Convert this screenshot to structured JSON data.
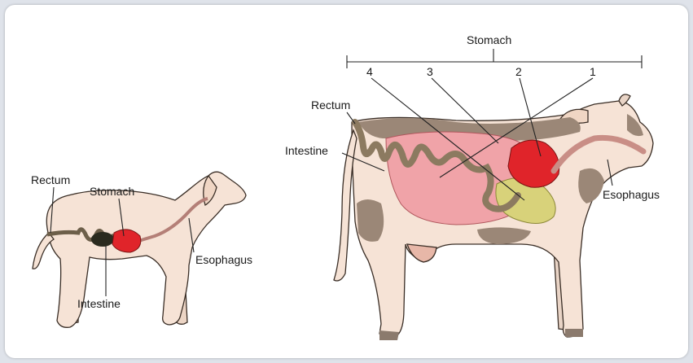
{
  "colors": {
    "background": "#dfe3ea",
    "panel": "#ffffff",
    "animal_skin": "#f6e3d6",
    "cow_spot": "#9b8777",
    "intestine": "#8c7a60",
    "stomach_red": "#e0242a",
    "rumen_pink": "#f0a3a8",
    "abomasum_yellow": "#d8d27a",
    "esophagus": "#c98e86"
  },
  "dog": {
    "labels": {
      "rectum": "Rectum",
      "stomach": "Stomach",
      "esophagus": "Esophagus",
      "intestine": "Intestine"
    }
  },
  "cow": {
    "stomach_title": "Stomach",
    "compartments": [
      "4",
      "3",
      "2",
      "1"
    ],
    "labels": {
      "rectum": "Rectum",
      "intestine": "Intestine",
      "esophagus": "Esophagus"
    }
  }
}
